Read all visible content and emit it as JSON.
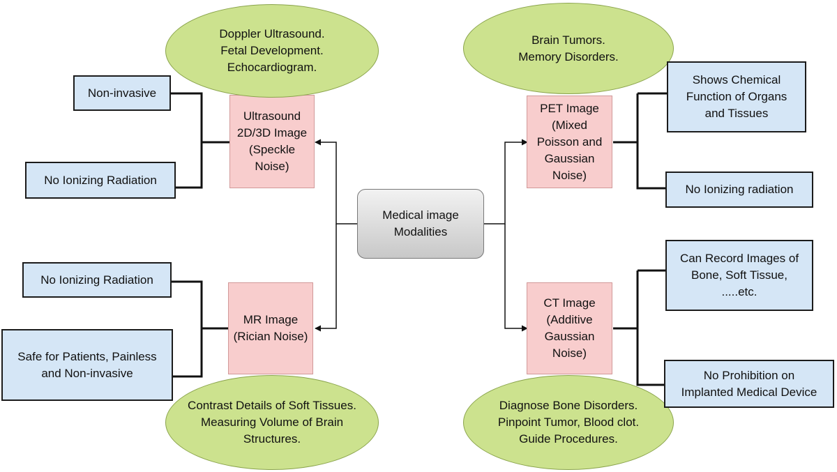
{
  "center": {
    "label": "Medical image\nModalities"
  },
  "modalities": {
    "ultrasound": "Ultrasound\n2D/3D Image\n(Speckle\nNoise)",
    "mr": "MR Image\n(Rician Noise)",
    "pet": "PET Image\n(Mixed\nPoisson and\nGaussian\nNoise)",
    "ct": "CT Image\n(Additive\nGaussian\nNoise)"
  },
  "applications": {
    "ultrasound": "Doppler Ultrasound.\nFetal Development.\nEchocardiogram.",
    "pet": "Brain Tumors.\nMemory Disorders.",
    "mr": "Contrast Details of Soft Tissues.\nMeasuring Volume of Brain\nStructures.",
    "ct": "Diagnose Bone Disorders.\nPinpoint Tumor, Blood clot.\nGuide Procedures."
  },
  "advantages": {
    "ultrasound": [
      "Non-invasive",
      "No Ionizing Radiation"
    ],
    "mr": [
      "No Ionizing Radiation",
      "Safe for Patients, Painless\nand Non-invasive"
    ],
    "pet": [
      "Shows Chemical\nFunction of Organs\nand Tissues",
      "No Ionizing radiation"
    ],
    "ct": [
      "Can Record Images of\nBone, Soft Tissue,\n.....etc.",
      "No Prohibition on\nImplanted Medical Device"
    ]
  }
}
